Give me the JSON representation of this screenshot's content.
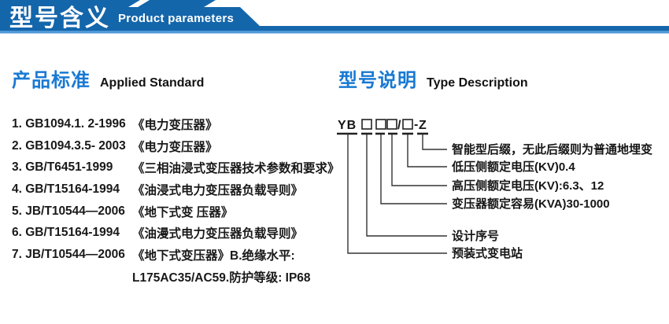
{
  "banner": {
    "title": "型号含义",
    "subtitle": "Product parameters",
    "colors": {
      "main_blue": "#1466ab",
      "light_blue": "#4f98d7",
      "heading_blue": "#1879d3"
    }
  },
  "left_section": {
    "heading_zh": "产品标准",
    "heading_en": "Applied Standard",
    "items": [
      {
        "code": "1. GB1094.1. 2-1996",
        "title": "《电力变压器》"
      },
      {
        "code": "2. GB1094.3.5- 2003",
        "title": "《电力变压器》"
      },
      {
        "code": "3. GB/T6451-1999",
        "title": "《三相油浸式变压器技术参数和要求》"
      },
      {
        "code": "4. GB/T15164-1994",
        "title": "《油浸式电力变压器负载导则》"
      },
      {
        "code": "5. JB/T10544—2006",
        "title": "《地下式变 压器》"
      },
      {
        "code": "6. GB/T15164-1994",
        "title": "《油漫式电力变压器负载导则》"
      },
      {
        "code": "7. JB/T10544—2006",
        "title": "《地下式变压器》B.绝缘水平:"
      },
      {
        "code": "",
        "title": "L175AC35/AC59.防护等级: IP68"
      }
    ]
  },
  "right_section": {
    "heading_zh": "型号说明",
    "heading_en": "Type Description",
    "model_code": {
      "prefix": "YB",
      "separator": "/",
      "dash": "-",
      "suffix": "Z"
    },
    "labels": [
      "智能型后缀，无此后缀则为普通地埋变",
      "低压侧额定电压(KV)0.4",
      "高压侧额定电压(KV):6.3、12",
      "变压器额定容易(KVA)30-1000",
      "设计序号",
      "预装式变电站"
    ]
  }
}
